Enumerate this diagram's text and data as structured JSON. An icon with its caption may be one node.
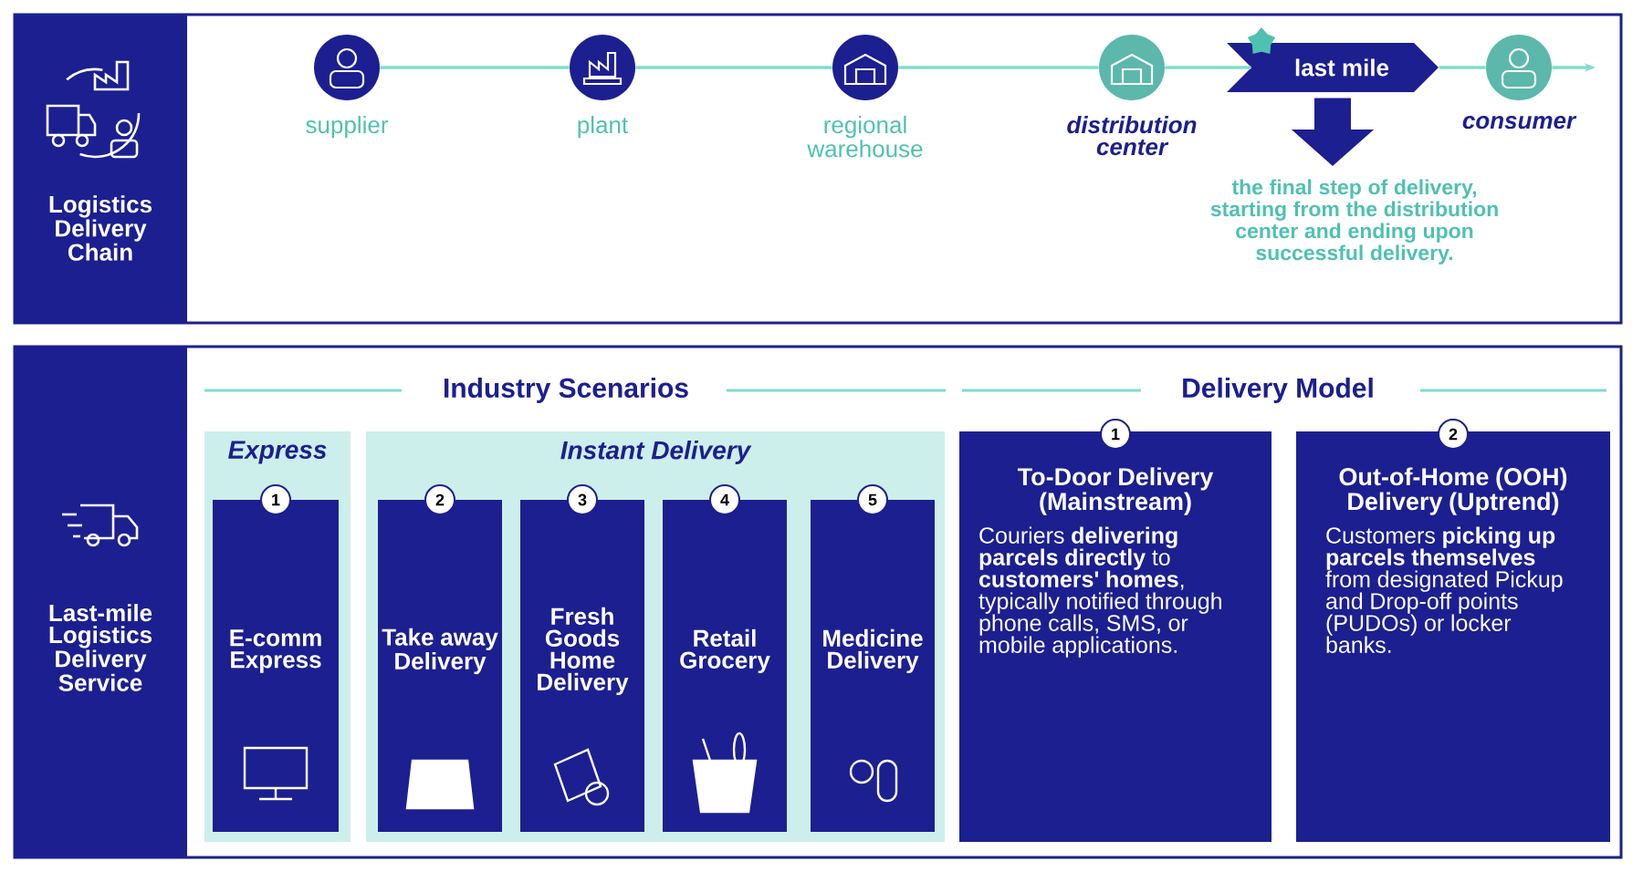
{
  "diagram": {
    "nodes": [
      {
        "text": [
          "Logistics Delivery Chain"
        ]
      },
      {
        "text": [],
        "shape": "circle",
        "beside": [
          "supplier"
        ]
      },
      {
        "text": [],
        "shape": "circle",
        "beside": [
          "plant"
        ]
      },
      {
        "text": [],
        "shape": "circle",
        "beside": [
          "regional warehouse"
        ]
      },
      {
        "text": [],
        "shape": "circle",
        "beside": [
          "distribution center"
        ]
      },
      {
        "text": [
          "last mile"
        ]
      },
      {
        "text": [],
        "shape": "circle",
        "beside": [
          "consumer"
        ]
      },
      {
        "text": [
          "the final step of delivery, starting from the distribution center and ending upon successful delivery."
        ]
      },
      {
        "text": [
          "Last-mile Logistics Delivery Service"
        ]
      },
      {
        "text": [
          "Express"
        ]
      },
      {
        "text": [
          "1",
          "E-comm Express"
        ],
        "in": 9
      },
      {
        "text": [
          "Instant Delivery"
        ]
      },
      {
        "text": [
          "2",
          "Take away Delivery"
        ],
        "in": 11
      },
      {
        "text": [
          "3",
          "Fresh Goods Home Delivery"
        ],
        "in": 11
      },
      {
        "text": [
          "4",
          "Retail Grocery"
        ],
        "in": 11
      },
      {
        "text": [
          "5",
          "Medicine Delivery"
        ],
        "in": 11
      },
      {
        "text": [
          "1",
          "To-Door Delivery (Mainstream)",
          "Couriers **delivering parcels directly** to **customers' homes**, typically notified through phone calls, SMS, or mobile applications."
        ]
      },
      {
        "text": [
          "2",
          "Out-of-Home (OOH) Delivery (Uptrend)",
          "Customers **picking up parcels themselves** from designated Pickup and Drop-off points (PUDOs) or locker banks."
        ]
      }
    ],
    "edges": [
      {
        "from": 1,
        "to": 2,
        "arrow": "none"
      },
      {
        "from": 2,
        "to": 3,
        "arrow": "none"
      },
      {
        "from": 3,
        "to": 4,
        "arrow": "none"
      },
      {
        "from": 4,
        "to": 5,
        "arrow": "none"
      },
      {
        "from": 5,
        "to": 6,
        "arrow": "none"
      },
      {
        "from": 6,
        "to": null,
        "arrow": "to"
      },
      {
        "from": 5,
        "to": 7,
        "arrow": "to",
        "style": "thick",
        "color": "#1c1f8f"
      }
    ],
    "labels": [
      "Industry Scenarios",
      "Delivery Model"
    ]
  }
}
